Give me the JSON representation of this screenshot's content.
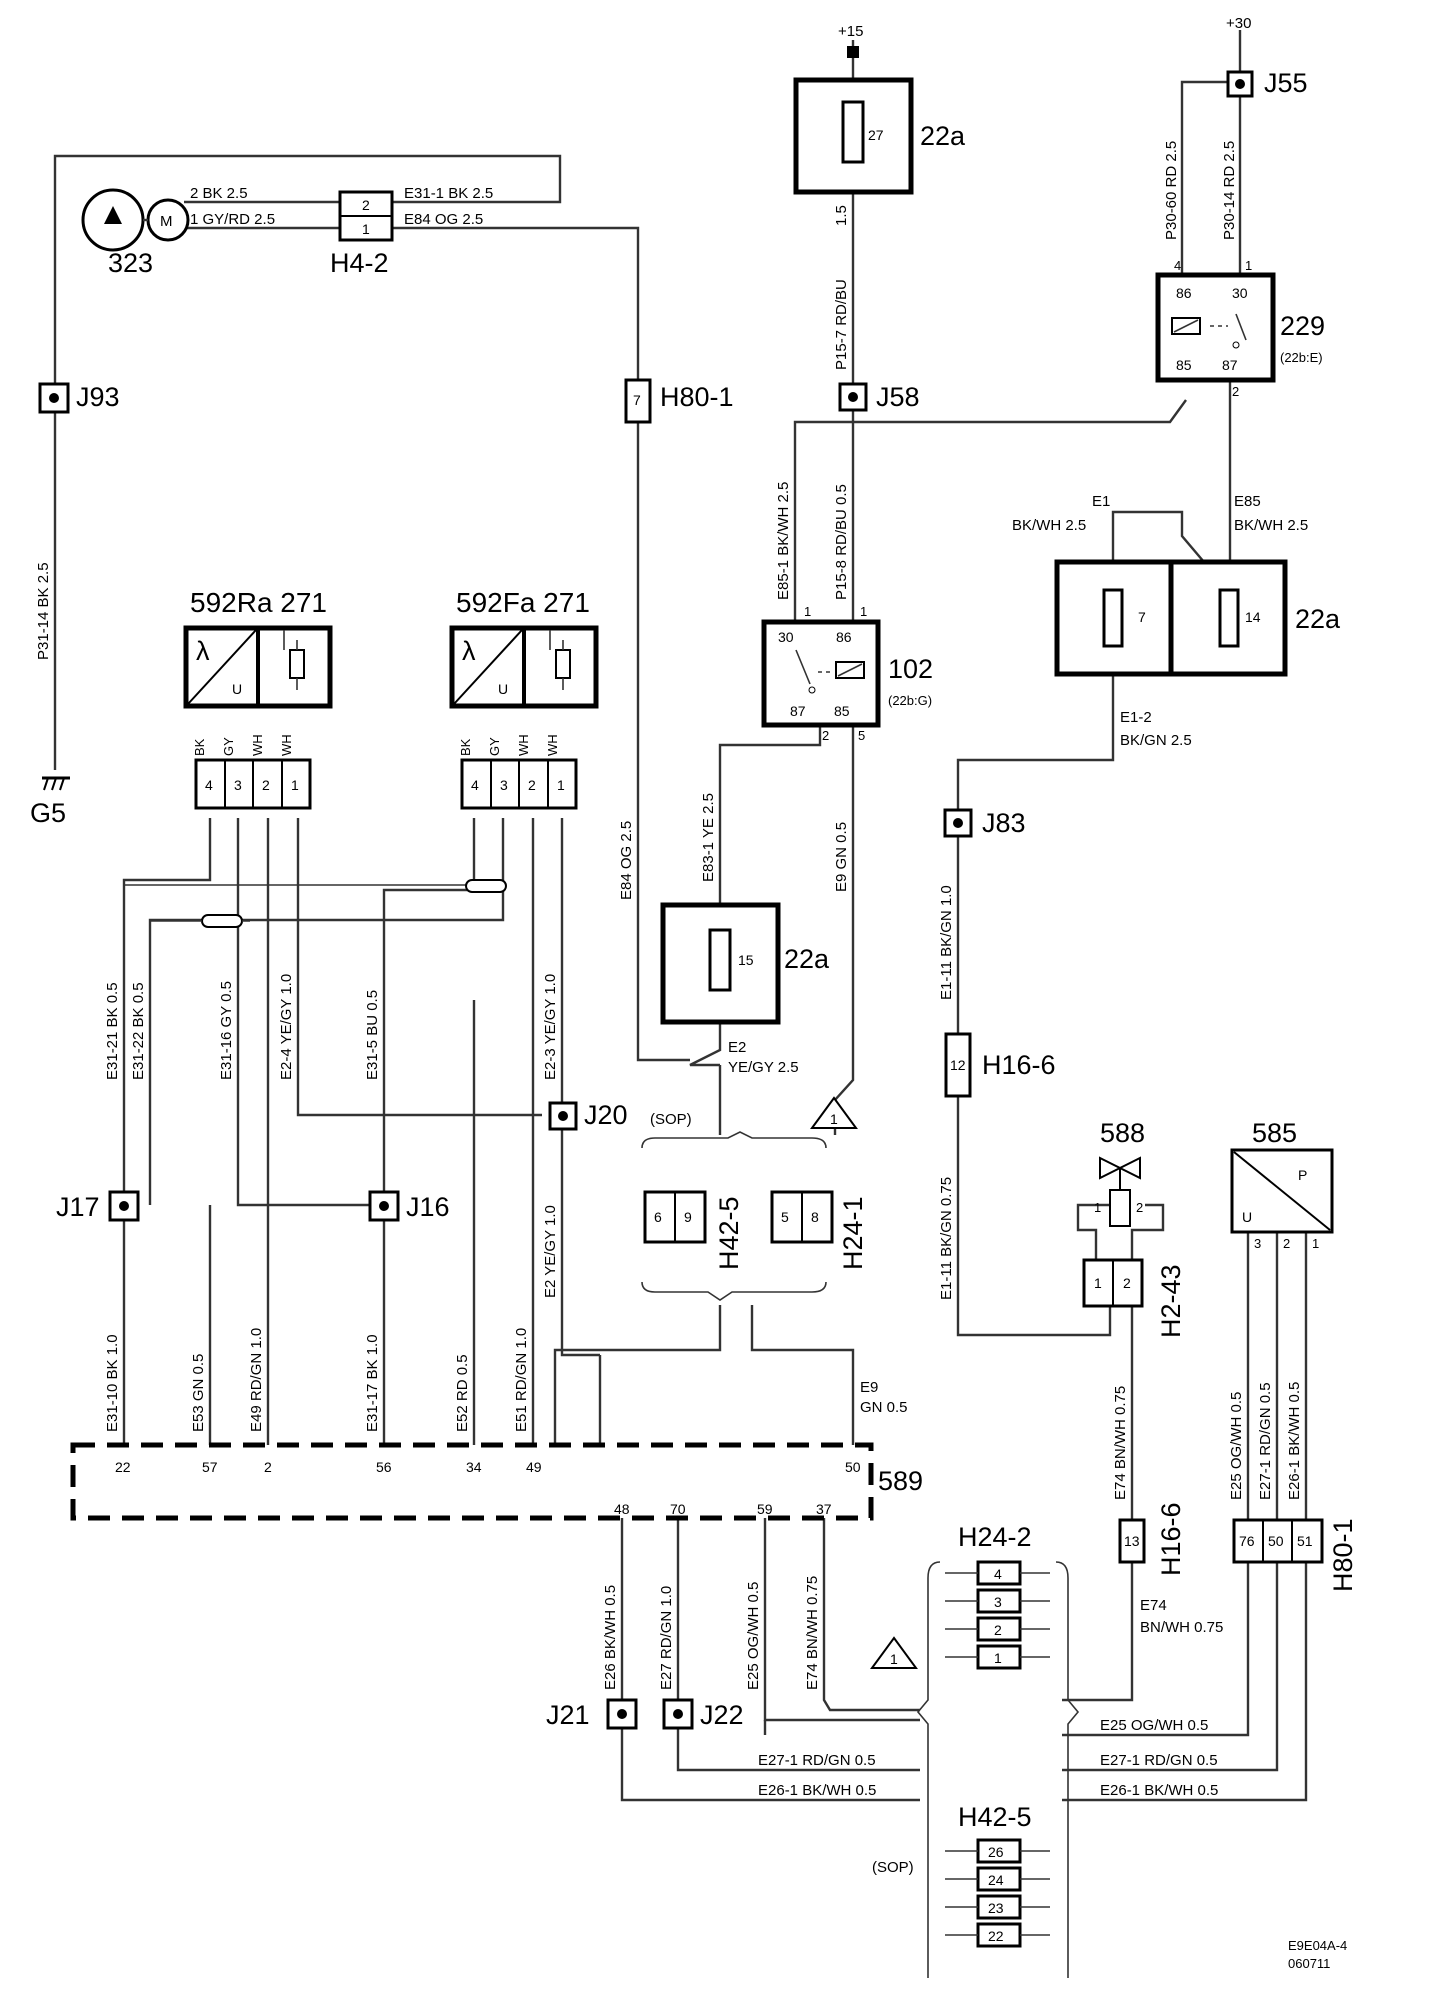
{
  "components": {
    "c22a_top": "22a",
    "c22a_top_pin": "27",
    "supply15": "+15",
    "c22a_mid": "22a",
    "c22a_mid_pin1": "7",
    "c22a_mid_pin2": "14",
    "c22a_low": "22a",
    "c22a_low_pin": "15",
    "supply30": "+30",
    "c229": "229",
    "c229_ref": "(22b:E)",
    "c229_p86": "86",
    "c229_p30": "30",
    "c229_p85": "85",
    "c229_p87": "87",
    "c229_w4": "4",
    "c229_w1": "1",
    "c229_w2": "2",
    "c102": "102",
    "c102_ref": "(22b:G)",
    "c102_p30": "30",
    "c102_p86": "86",
    "c102_p87": "87",
    "c102_p85": "85",
    "c102_w1a": "1",
    "c102_w1b": "1",
    "c102_w2": "2",
    "c102_w5": "5",
    "c323": "323",
    "c592ra": "592Ra 271",
    "c592fa": "592Fa 271",
    "c589": "589",
    "c588": "588",
    "c585": "585",
    "g5": "G5"
  },
  "connectors": {
    "h4_2": "H4-2",
    "h4_2_p2": "2",
    "h4_2_p1": "1",
    "h80_1_top": "H80-1",
    "h80_1_top_pin": "7",
    "h16_6_a": "H16-6",
    "h16_6_a_pin": "12",
    "h16_6_b": "H16-6",
    "h16_6_b_pin": "13",
    "h42_5": "H42-5",
    "h24_1": "H24-1",
    "h42_5_p6": "6",
    "h42_5_p9": "9",
    "h24_1_p5": "5",
    "h24_1_p8": "8",
    "h2_43": "H2-43",
    "h2_43_p1": "1",
    "h2_43_p2": "2",
    "h80_1_low": "H80-1",
    "h80_1_low_p76": "76",
    "h80_1_low_p50": "50",
    "h80_1_low_p51": "51",
    "h24_2": "H24-2",
    "h24_2_p4": "4",
    "h24_2_p3": "3",
    "h24_2_p2": "2",
    "h24_2_p1": "1",
    "h42_5_low": "H42-5",
    "h42_5_low_sop": "(SOP)",
    "h42_5_low_p26": "26",
    "h42_5_low_p24": "24",
    "h42_5_low_p23": "23",
    "h42_5_low_p22": "22",
    "sop": "(SOP)"
  },
  "junctions": {
    "j55": "J55",
    "j58": "J58",
    "j93": "J93",
    "j83": "J83",
    "j20": "J20",
    "j17": "J17",
    "j16": "J16",
    "j21": "J21",
    "j22": "J22"
  },
  "sensor_pins": {
    "ra": [
      "4",
      "3",
      "2",
      "1"
    ],
    "fa": [
      "4",
      "3",
      "2",
      "1"
    ],
    "ra_colors": [
      "BK",
      "GY",
      "WH",
      "WH"
    ],
    "fa_colors": [
      "BK",
      "GY",
      "WH",
      "WH"
    ],
    "lambda": "λ",
    "u": "U",
    "p": "P",
    "m": "M"
  },
  "ecu_pins": {
    "p22": "22",
    "p57": "57",
    "p2": "2",
    "p56": "56",
    "p34": "34",
    "p49": "49",
    "p50": "50",
    "p48": "48",
    "p70": "70",
    "p59": "59",
    "p37": "37"
  },
  "c585_pins": {
    "p3": "3",
    "p2": "2",
    "p1": "1"
  },
  "c588_pins": {
    "p1": "1",
    "p2": "2"
  },
  "wires": {
    "w323_2": "2   BK  2.5",
    "w323_1": "1   GY/RD 2.5",
    "e31_1": "E31-1  BK   2.5",
    "e84_top": "E84   OG   2.5",
    "p15_1": "1.5",
    "p15_7": "P15-7  RD/BU",
    "p30_60": "P30-60  RD  2.5",
    "p30_14": "P30-14  RD  2.5",
    "p31_14": "P31-14  BK  2.5",
    "e85_1": "E85-1  BK/WH  2.5",
    "p15_8": "P15-8  RD/BU  0.5",
    "e1": "E1",
    "e1_val": "BK/WH  2.5",
    "e85": "E85",
    "e85_val": "BK/WH  2.5",
    "e1_2": "E1-2",
    "e1_2_val": "BK/GN  2.5",
    "e84_mid": "E84  OG  2.5",
    "e83_1": "E83-1  YE  2.5",
    "e9_top": "E9  GN  0.5",
    "e1_11_a": "E1-11  BK/GN  1.0",
    "e2": "E2",
    "e2_val": "YE/GY 2.5",
    "e31_21": "E31-21  BK  0.5",
    "e31_22": "E31-22  BK  0.5",
    "e31_16": "E31-16  GY  0.5",
    "e2_4": "E2-4  YE/GY  1.0",
    "e31_5": "E31-5  BU  0.5",
    "e2_3": "E2-3  YE/GY  1.0",
    "e2_low": "E2  YE/GY  1.0",
    "e1_11_b": "E1-11  BK/GN  0.75",
    "e31_10": "E31-10  BK  1.0",
    "e53": "E53  GN  0.5",
    "e49": "E49  RD/GN  1.0",
    "e31_17": "E31-17  BK  1.0",
    "e52": "E52  RD  0.5",
    "e51": "E51  RD/GN  1.0",
    "e9_low": "E9",
    "e9_low_val": "GN  0.5",
    "e74_up": "E74  BN/WH  0.75",
    "e25_up": "E25  OG/WH  0.5",
    "e27_1_up": "E27-1  RD/GN  0.5",
    "e26_1_up": "E26-1  BK/WH  0.5",
    "e26": "E26  BK/WH  0.5",
    "e27": "E27  RD/GN  1.0",
    "e25": "E25  OG/WH  0.5",
    "e74": "E74  BN/WH  0.75",
    "e74_r": "E74",
    "e74_r_val": "BN/WH  0.75",
    "e25_h": "E25   OG/WH  0.5",
    "e27_1_l": "E27-1  RD/GN  0.5",
    "e27_1_r": "E27-1  RD/GN  0.5",
    "e26_1_l": "E26-1  BK/WH  0.5",
    "e26_1_r": "E26-1  BK/WH  0.5"
  },
  "notes": {
    "tri1": "1",
    "tri2": "1"
  },
  "footer": {
    "code": "E9E04A-4",
    "date": "060711"
  }
}
